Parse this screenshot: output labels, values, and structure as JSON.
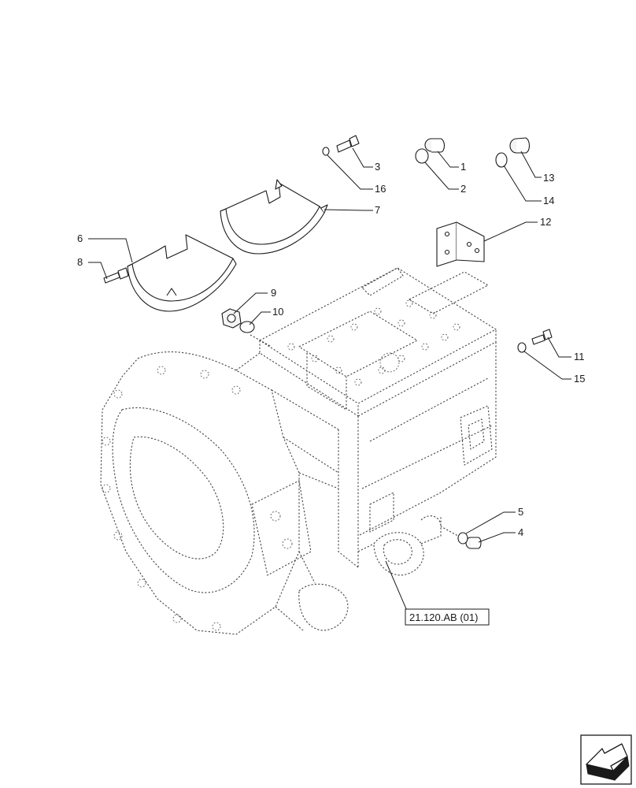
{
  "callouts": {
    "c1": "1",
    "c2": "2",
    "c3": "3",
    "c4": "4",
    "c5": "5",
    "c6": "6",
    "c7": "7",
    "c8": "8",
    "c9": "9",
    "c10": "10",
    "c11": "11",
    "c12": "12",
    "c13": "13",
    "c14": "14",
    "c15": "15",
    "c16": "16"
  },
  "reference": {
    "label": "21.120.AB (01)"
  },
  "icons": {
    "nav": "next-page-arrow-icon"
  }
}
